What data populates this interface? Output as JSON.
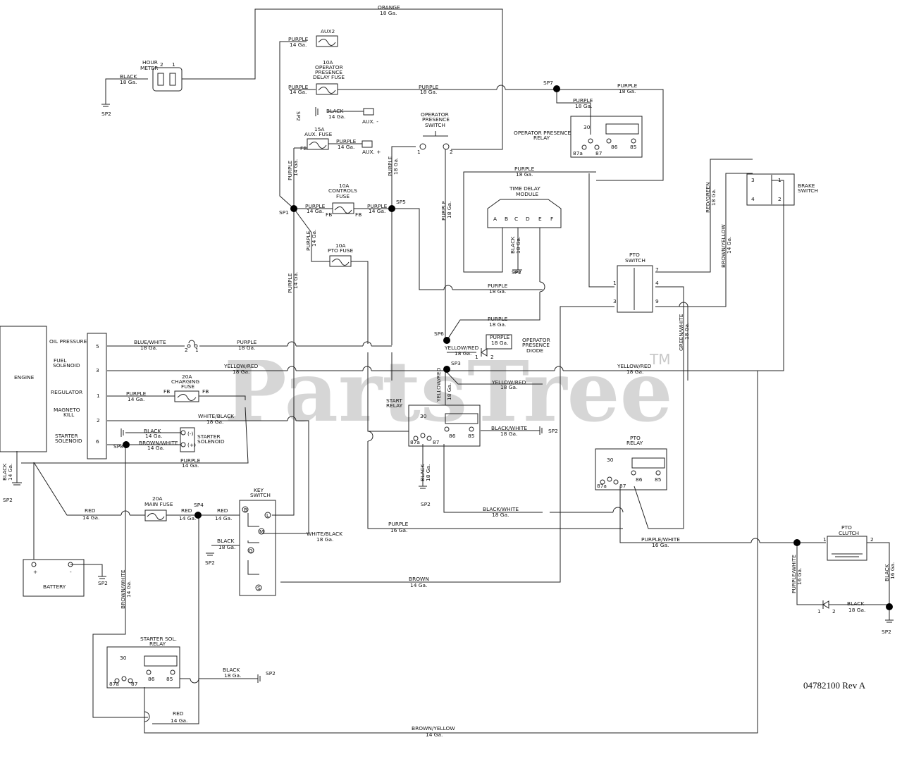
{
  "watermark": {
    "text": "PartsTree",
    "tm": "TM"
  },
  "doc_number": "04782100  Rev A",
  "components": {
    "hour_meter": [
      "HOUR",
      "METER"
    ],
    "hour_meter_pins": [
      "2",
      "1"
    ],
    "engine": "ENGINE",
    "battery": "BATTERY",
    "battery_plus": "+",
    "battery_minus": "-",
    "aux2": "AUX2",
    "op_fuse": [
      "10A",
      "OPERATOR",
      "PRESENCE",
      "DELAY FUSE"
    ],
    "aux_fuse": [
      "15A",
      "AUX. FUSE"
    ],
    "aux_minus": "AUX. -",
    "aux_plus": "AUX. +",
    "controls_fuse": [
      "10A",
      "CONTROLS",
      "FUSE"
    ],
    "pto_fuse": [
      "10A",
      "PTO FUSE"
    ],
    "charging_fuse": [
      "20A",
      "CHARGING",
      "FUSE"
    ],
    "main_fuse": [
      "20A",
      "MAIN FUSE"
    ],
    "op_switch": [
      "OPERATOR",
      "PRESENCE",
      "SWITCH"
    ],
    "op_relay": [
      "OPERATOR PRESENCE",
      "RELAY"
    ],
    "tdm": [
      "TIME DELAY",
      "MODULE"
    ],
    "tdm_pins": [
      "A",
      "B",
      "C",
      "D",
      "E",
      "F"
    ],
    "brake_switch": [
      "BRAKE",
      "SWITCH"
    ],
    "pto_switch": [
      "PTO",
      "SWITCH"
    ],
    "op_diode": [
      "OPERATOR",
      "PRESENCE",
      "DIODE"
    ],
    "start_relay": [
      "START",
      "RELAY"
    ],
    "pto_relay": [
      "PTO",
      "RELAY"
    ],
    "key_switch": [
      "KEY",
      "SWITCH"
    ],
    "pto_clutch": [
      "PTO",
      "CLUTCH"
    ],
    "starter_sol_relay": [
      "STARTER SOL.",
      "RELAY"
    ],
    "starter_solenoid": [
      "STARTER",
      "SOLENOID"
    ],
    "sol_minus": "(-)",
    "sol_plus": "(+)",
    "key_pins": [
      "B",
      "L",
      "M",
      "G",
      "S"
    ],
    "relay_pins": [
      "30",
      "87a",
      "87",
      "86",
      "85"
    ],
    "fb": "FB"
  },
  "engine_terminals": [
    {
      "label": "OIL PRESSURE",
      "pin": "5"
    },
    {
      "label": "FUEL\nSOLENOID",
      "pin": "3"
    },
    {
      "label": "REGULATOR",
      "pin": "1"
    },
    {
      "label": "MAGNETO\nKILL",
      "pin": "2"
    },
    {
      "label": "STARTER\nSOLENOID",
      "pin": "6"
    }
  ],
  "splices": [
    "SP1",
    "SP2",
    "SP3",
    "SP4",
    "SP5",
    "SP6",
    "SP7",
    "SP8"
  ],
  "wires": {
    "orange": [
      "ORANGE",
      "18 Ga."
    ],
    "purple14": [
      "PURPLE",
      "14 Ga."
    ],
    "purple18": [
      "PURPLE",
      "18 Ga."
    ],
    "purple16": [
      "PURPLE",
      "16 Ga."
    ],
    "black14": [
      "BLACK",
      "14 Ga."
    ],
    "black18": [
      "BLACK",
      "18 Ga."
    ],
    "blue_white": [
      "BLUE/WHITE",
      "18 Ga."
    ],
    "yellow_red": [
      "YELLOW/RED",
      "18 Ga."
    ],
    "white_black": [
      "WHITE/BLACK",
      "18 Ga."
    ],
    "brown_white": [
      "BROWN/WHITE",
      "14 Ga."
    ],
    "red14": [
      "RED",
      "14 Ga."
    ],
    "black_white": [
      "BLACK/WHITE",
      "18 Ga."
    ],
    "brown14": [
      "BROWN",
      "14 Ga."
    ],
    "brown_yellow": [
      "BROWN/YELLOW",
      "14 Ga."
    ],
    "purple_white": [
      "PURPLE/WHITE",
      "16 Ga."
    ],
    "red_green": [
      "RED/GREEN",
      "18 Ga."
    ],
    "green_white": [
      "GREEN/WHITE",
      "18 Ga."
    ]
  }
}
